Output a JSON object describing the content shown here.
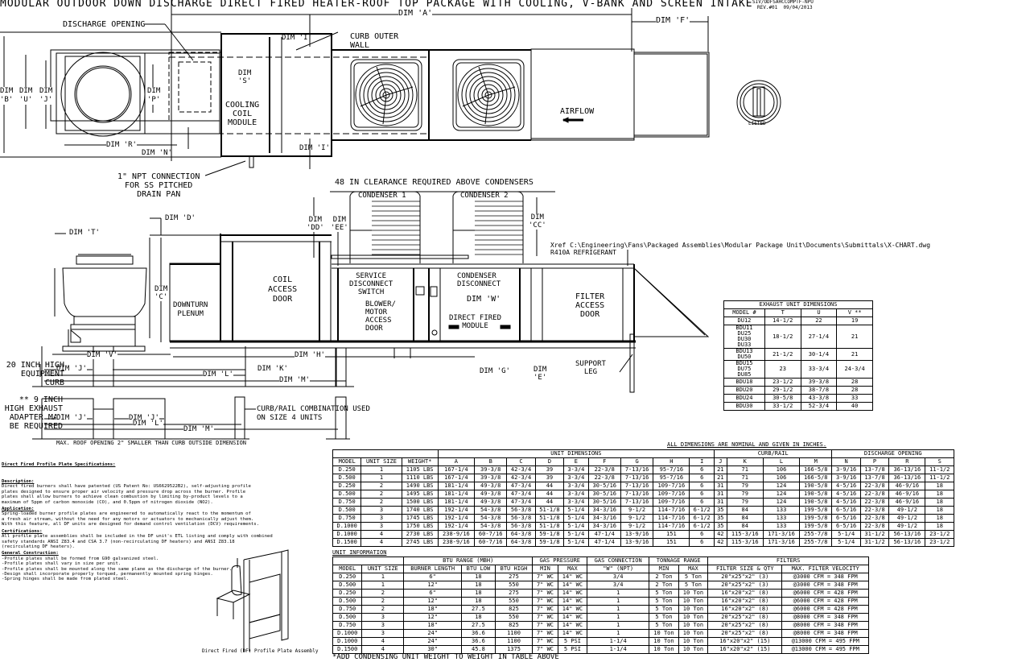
{
  "title": "MODULAR OUTDOOR DOWN DISCHARGE DIRECT FIRED HEATER-ROOF TOP PACKAGE WITH COOLING, V-BANK AND SCREEN INTAKE",
  "revision_block": {
    "line1": "SIV/ODFSAHCCOMPTF-NPU",
    "line2": "REV.#01  09/04/2013"
  },
  "xref_note": "Xref C:\\Engineering\\Fans\\Packaged Assemblies\\Modular Package Unit\\Documents\\Submittals\\X-CHART.dwg",
  "refrigerant_note": "R410A REFRIGERANT",
  "plan_view": {
    "dim_a": "DIM 'A'",
    "dim_f": "DIM 'F'",
    "discharge_opening": "DISCHARGE OPENING",
    "curb_outer_wall": [
      "CURB OUTER",
      "WALL"
    ],
    "dim_i_top": "DIM 'I'",
    "dim_i_bottom": "DIM 'I'",
    "dim_s": [
      "DIM",
      "'S'"
    ],
    "dim_b": [
      "DIM",
      "'B'"
    ],
    "dim_u": [
      "DIM",
      "'U'"
    ],
    "dim_j": [
      "DIM",
      "'J'"
    ],
    "dim_p": [
      "DIM",
      "'P'"
    ],
    "dim_r": "DIM 'R'",
    "dim_n": "DIM 'N'",
    "cooling_coil_module": [
      "COOLING",
      "COIL",
      "MODULE"
    ],
    "airflow": "AIRFLOW",
    "npt_connection": [
      "1\" NPT CONNECTION",
      "FOR SS PITCHED",
      "DRAIN PAN"
    ]
  },
  "elevation_view": {
    "clearance_note": "48 IN CLEARANCE REQUIRED ABOVE CONDENSERS",
    "condenser_1": "CONDENSER 1",
    "condenser_2": "CONDENSER 2",
    "dim_t": "DIM 'T'",
    "dim_d": "DIM 'D'",
    "dim_c": [
      "DIM",
      "'C'"
    ],
    "dim_dd": [
      "DIM",
      "'DD'"
    ],
    "dim_ee": [
      "DIM",
      "'EE'"
    ],
    "dim_cc": [
      "DIM",
      "'CC'"
    ],
    "downturn_plenum": [
      "DOWNTURN",
      "PLENUM"
    ],
    "coil_access_door": [
      "COIL",
      "ACCESS",
      "DOOR"
    ],
    "service_disconnect": [
      "SERVICE",
      "DISCONNECT",
      "SWITCH"
    ],
    "condenser_disconnect": [
      "CONDENSER",
      "DISCONNECT"
    ],
    "blower_motor_door": [
      "BLOWER/",
      "MOTOR",
      "ACCESS",
      "DOOR"
    ],
    "dim_w": "DIM 'W'",
    "direct_fired_module": [
      "DIRECT FIRED",
      "MODULE"
    ],
    "filter_access_door": [
      "FILTER",
      "ACCESS",
      "DOOR"
    ],
    "dim_v": "DIM 'V'",
    "dim_h": "DIM 'H'",
    "dim_j1": "DIM 'J'",
    "dim_k": "DIM 'K'",
    "dim_l": "DIM 'L'",
    "dim_m": "DIM 'M'",
    "dim_g": "DIM 'G'",
    "dim_e": [
      "DIM",
      "'E'"
    ],
    "support_leg": [
      "SUPPORT",
      "LEG"
    ],
    "equipment_curb": [
      "20 INCH HIGH",
      "EQUIPMENT",
      "CURB"
    ]
  },
  "rail_view": {
    "exhaust_adapter": [
      "** 9 INCH",
      "HIGH EXHAUST",
      "ADAPTER MAY",
      "BE REQUIRED"
    ],
    "dim_j1": "DIM 'J'",
    "dim_j2": "DIM 'J'",
    "dim_l": "DIM 'L'",
    "dim_m": "DIM 'M'",
    "curb_rail_note": [
      "CURB/RAIL COMBINATION USED",
      "ON SIZE 4 UNITS"
    ],
    "max_roof_opening": "MAX. ROOF OPENING 2\" SMALLER THAN CURB OUTSIDE DIMENSION"
  },
  "exhaust_table": {
    "title": "EXHAUST UNIT DIMENSIONS",
    "headers": [
      "MODEL #",
      "T",
      "U",
      "V **"
    ],
    "rows": [
      {
        "models": [
          "DU12"
        ],
        "t": "14-1/2",
        "u": "22",
        "v": "19"
      },
      {
        "models": [
          "BDU11",
          "DU25",
          "DU30",
          "DU33"
        ],
        "t": "18-1/2",
        "u": "27-1/4",
        "v": "21"
      },
      {
        "models": [
          "BDU13",
          "DU50"
        ],
        "t": "21-1/2",
        "u": "30-1/4",
        "v": "21"
      },
      {
        "models": [
          "BDU15",
          "DU75",
          "DU85"
        ],
        "t": "23",
        "u": "33-3/4",
        "v": "24-3/4"
      },
      {
        "models": [
          "BDU18"
        ],
        "t": "23-1/2",
        "u": "39-3/8",
        "v": "28"
      },
      {
        "models": [
          "BDU20"
        ],
        "t": "29-1/2",
        "u": "38-7/8",
        "v": "28"
      },
      {
        "models": [
          "BDU24"
        ],
        "t": "30-5/8",
        "u": "43-3/8",
        "v": "33"
      },
      {
        "models": [
          "BDU30"
        ],
        "t": "33-1/2",
        "u": "52-3/4",
        "v": "40"
      }
    ]
  },
  "dimensions_table": {
    "note": "ALL DIMENSIONS ARE NOMINAL AND GIVEN IN INCHES.",
    "group_headers": {
      "unit_dimensions": "UNIT DIMENSIONS",
      "curb_rail": "CURB/RAIL",
      "discharge_opening": "DISCHARGE OPENING"
    },
    "headers": [
      "MODEL",
      "UNIT SIZE",
      "WEIGHT*",
      "A",
      "B",
      "C",
      "D",
      "E",
      "F",
      "G",
      "H",
      "I",
      "J",
      "K",
      "L",
      "M",
      "N",
      "P",
      "R",
      "S"
    ],
    "rows": [
      [
        "D.250",
        "1",
        "1105 LBS",
        "167-1/4",
        "39-3/8",
        "42-3/4",
        "39",
        "3-3/4",
        "22-3/8",
        "7-13/16",
        "95-7/16",
        "6",
        "21",
        "71",
        "106",
        "166-5/8",
        "3-9/16",
        "13-7/8",
        "36-13/16",
        "11-1/2"
      ],
      [
        "D.500",
        "1",
        "1110 LBS",
        "167-1/4",
        "39-3/8",
        "42-3/4",
        "39",
        "3-3/4",
        "22-3/8",
        "7-13/16",
        "95-7/16",
        "6",
        "21",
        "71",
        "106",
        "166-5/8",
        "3-9/16",
        "13-7/8",
        "36-13/16",
        "11-1/2"
      ],
      [
        "D.250",
        "2",
        "1490 LBS",
        "181-1/4",
        "49-3/8",
        "47-3/4",
        "44",
        "3-3/4",
        "30-5/16",
        "7-13/16",
        "109-7/16",
        "6",
        "31",
        "79",
        "124",
        "190-5/8",
        "4-5/16",
        "22-3/8",
        "46-9/16",
        "18"
      ],
      [
        "D.500",
        "2",
        "1495 LBS",
        "181-1/4",
        "49-3/8",
        "47-3/4",
        "44",
        "3-3/4",
        "30-5/16",
        "7-13/16",
        "109-7/16",
        "6",
        "31",
        "79",
        "124",
        "190-5/8",
        "4-5/16",
        "22-3/8",
        "46-9/16",
        "18"
      ],
      [
        "D.750",
        "2",
        "1500 LBS",
        "181-1/4",
        "49-3/8",
        "47-3/4",
        "44",
        "3-3/4",
        "30-5/16",
        "7-13/16",
        "109-7/16",
        "6",
        "31",
        "79",
        "124",
        "190-5/8",
        "4-5/16",
        "22-3/8",
        "46-9/16",
        "18"
      ],
      [
        "D.500",
        "3",
        "1740 LBS",
        "192-1/4",
        "54-3/8",
        "56-3/8",
        "51-1/8",
        "5-1/4",
        "34-3/16",
        "9-1/2",
        "114-7/16",
        "6-1/2",
        "35",
        "84",
        "133",
        "199-5/8",
        "6-5/16",
        "22-3/8",
        "49-1/2",
        "18"
      ],
      [
        "D.750",
        "3",
        "1745 LBS",
        "192-1/4",
        "54-3/8",
        "56-3/8",
        "51-1/8",
        "5-1/4",
        "34-3/16",
        "9-1/2",
        "114-7/16",
        "6-1/2",
        "35",
        "84",
        "133",
        "199-5/8",
        "6-5/16",
        "22-3/8",
        "49-1/2",
        "18"
      ],
      [
        "D.1000",
        "3",
        "1750 LBS",
        "192-1/4",
        "54-3/8",
        "56-3/8",
        "51-1/8",
        "5-1/4",
        "34-3/16",
        "9-1/2",
        "114-7/16",
        "6-1/2",
        "35",
        "84",
        "133",
        "199-5/8",
        "6-5/16",
        "22-3/8",
        "49-1/2",
        "18"
      ],
      [
        "D.1000",
        "4",
        "2730 LBS",
        "238-9/16",
        "60-7/16",
        "64-3/8",
        "59-1/8",
        "5-1/4",
        "47-1/4",
        "13-9/16",
        "151",
        "6",
        "42",
        "115-3/16",
        "171-3/16",
        "255-7/8",
        "5-1/4",
        "31-1/2",
        "56-13/16",
        "23-1/2"
      ],
      [
        "D.1500",
        "4",
        "2745 LBS",
        "238-9/16",
        "60-7/16",
        "64-3/8",
        "59-1/8",
        "5-1/4",
        "47-1/4",
        "13-9/16",
        "151",
        "6",
        "42",
        "115-3/16",
        "171-3/16",
        "255-7/8",
        "5-1/4",
        "31-1/2",
        "56-13/16",
        "23-1/2"
      ]
    ]
  },
  "unit_info_table": {
    "title": "UNIT INFORMATION",
    "group_headers": {
      "btu": "BTU RANGE (MBH)",
      "gas_pressure": "GAS PRESSURE",
      "gas_connection": "GAS CONNECTION",
      "tonnage": "TONNAGE RANGE",
      "filters": "FILTERS"
    },
    "headers": [
      "MODEL",
      "UNIT SIZE",
      "BURNER LENGTH",
      "BTU LOW",
      "BTU HIGH",
      "MIN",
      "MAX",
      "\"W\" (NPT)",
      "MIN",
      "MAX",
      "FILTER SIZE & QTY",
      "MAX. FILTER VELOCITY"
    ],
    "rows": [
      [
        "D.250",
        "1",
        "6\"",
        "18",
        "275",
        "7\" WC",
        "14\" WC",
        "3/4",
        "2 Ton",
        "5 Ton",
        "20\"x25\"x2\" (3)",
        "@3000 CFM = 348 FPM"
      ],
      [
        "D.500",
        "1",
        "12\"",
        "18",
        "550",
        "7\" WC",
        "14\" WC",
        "3/4",
        "2 Ton",
        "5 Ton",
        "20\"x25\"x2\" (3)",
        "@3000 CFM = 348 FPM"
      ],
      [
        "D.250",
        "2",
        "6\"",
        "18",
        "275",
        "7\" WC",
        "14\" WC",
        "1",
        "5 Ton",
        "10 Ton",
        "16\"x20\"x2\" (8)",
        "@6000 CFM = 428 FPM"
      ],
      [
        "D.500",
        "2",
        "12\"",
        "18",
        "550",
        "7\" WC",
        "14\" WC",
        "1",
        "5 Ton",
        "10 Ton",
        "16\"x20\"x2\" (8)",
        "@6000 CFM = 428 FPM"
      ],
      [
        "D.750",
        "2",
        "18\"",
        "27.5",
        "825",
        "7\" WC",
        "14\" WC",
        "1",
        "5 Ton",
        "10 Ton",
        "16\"x20\"x2\" (8)",
        "@6000 CFM = 428 FPM"
      ],
      [
        "D.500",
        "3",
        "12\"",
        "18",
        "550",
        "7\" WC",
        "14\" WC",
        "1",
        "5 Ton",
        "10 Ton",
        "20\"x25\"x2\" (8)",
        "@8000 CFM = 348 FPM"
      ],
      [
        "D.750",
        "3",
        "18\"",
        "27.5",
        "825",
        "7\" WC",
        "14\" WC",
        "1",
        "5 Ton",
        "10 Ton",
        "20\"x25\"x2\" (8)",
        "@8000 CFM = 348 FPM"
      ],
      [
        "D.1000",
        "3",
        "24\"",
        "36.6",
        "1100",
        "7\" WC",
        "14\" WC",
        "1",
        "10 Ton",
        "10 Ton",
        "20\"x25\"x2\" (8)",
        "@8000 CFM = 348 FPM"
      ],
      [
        "D.1000",
        "4",
        "24\"",
        "36.6",
        "1100",
        "7\" WC",
        "5 PSI",
        "1-1/4",
        "10 Ton",
        "10 Ton",
        "16\"x20\"x2\" (15)",
        "@13000 CFM = 495 FPM"
      ],
      [
        "D.1500",
        "4",
        "30\"",
        "45.8",
        "1375",
        "7\" WC",
        "5 PSI",
        "1-1/4",
        "10 Ton",
        "10 Ton",
        "16\"x20\"x2\" (15)",
        "@13000 CFM = 495 FPM"
      ]
    ],
    "footnote": "*ADD CONDENSING UNIT WEIGHT TO WEIGHT IN TABLE ABOVE"
  },
  "specifications": {
    "title": "Direct Fired Profile Plate Specifications:",
    "sections": [
      {
        "heading": "Description:",
        "lines": [
          "Direct fired burners shall have patented (US Patent No: US6629522B2), self-adjusting profile",
          "plates designed to ensure proper air velocity and pressure drop across the burner. Profile",
          "plates shall allow burners to achieve clean combustion by limiting by-product levels to a",
          "maximum of 5ppm of carbon monoxide (CO), and 0.5ppm of nitrogen dioxide (NO2)."
        ]
      },
      {
        "heading": "Application:",
        "lines": [
          "Spring-loaded burner profile plates are engineered to automatically react to the momentum of",
          "a fresh air stream, without the need for any motors or actuators to mechanically adjust them.",
          "With this feature, all DF units are designed for demand control ventilation (DCV) requirements."
        ]
      },
      {
        "heading": "Certifications:",
        "lines": [
          "All profile plate assemblies shall be included in the DF unit's ETL listing and comply with combined",
          "safety standards ANSI Z83.4 and CSA 3.7 (non-recirculating DF heaters) and ANSI Z83.18",
          "(recirculating DF heaters)."
        ]
      },
      {
        "heading": "General Construction:",
        "lines": [
          "-Profile plates shall be formed from G90 galvanized steel.",
          "-Profile plates shall vary in size per unit.",
          "-Profile plates shall be mounted along the same plane as the discharge of the burner.",
          "-Design shall incorporate properly torqued, permanently mounted spring hinges.",
          "-Spring hinges shall be made from plated steel."
        ]
      }
    ],
    "figure_caption": "Direct Fired (DF) Profile Plate Assembly"
  },
  "etl_logo": {
    "label": "ETL",
    "sublabel": "LISTED"
  }
}
